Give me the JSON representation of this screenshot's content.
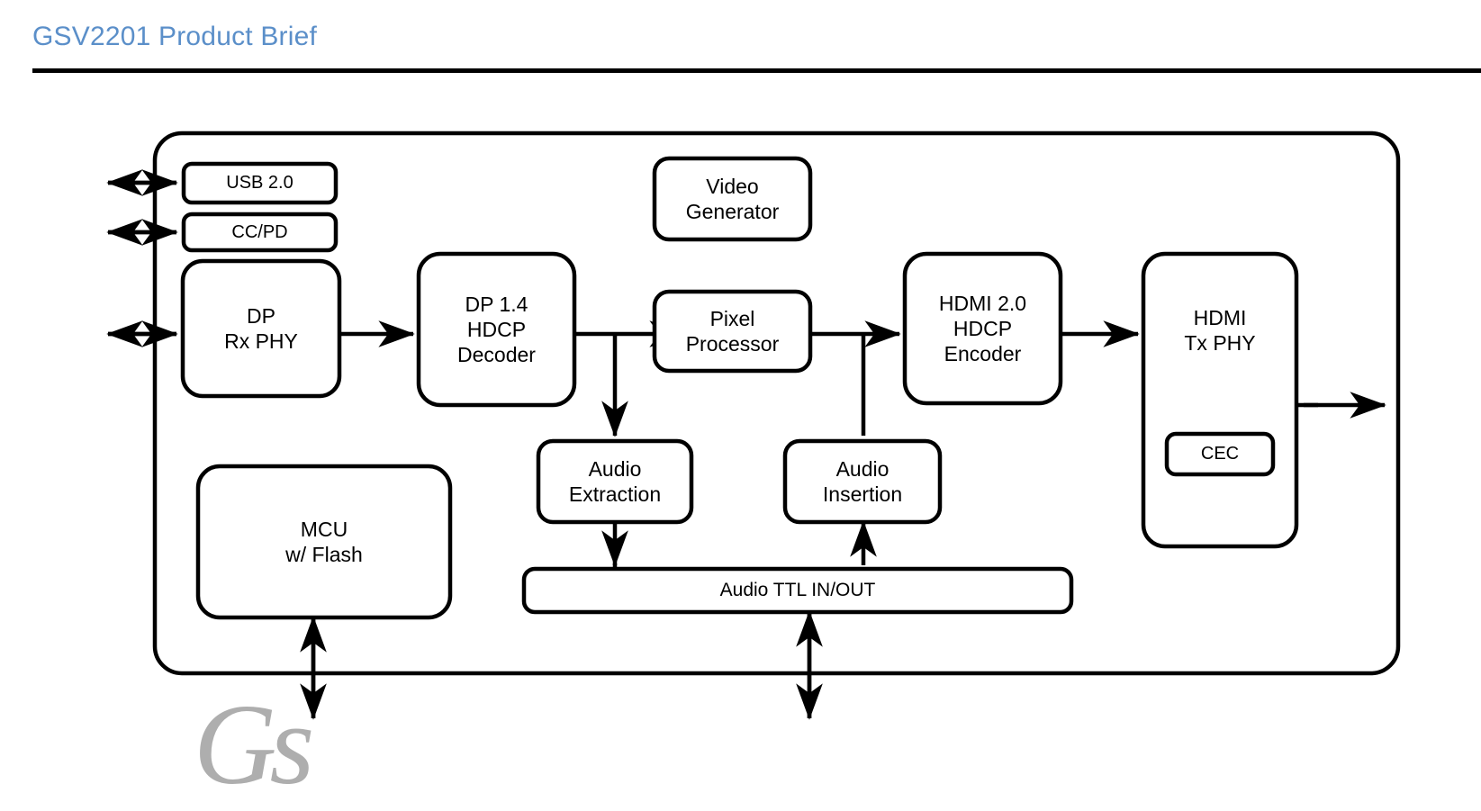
{
  "header": {
    "title": "GSV2201 Product Brief",
    "title_color": "#5b8fc9",
    "rule_color": "#000000"
  },
  "watermark": {
    "text": "Gs"
  },
  "diagram": {
    "type": "block-diagram",
    "chip_outline": {
      "name": "GSV2201 chip boundary"
    },
    "blocks": [
      {
        "id": "usb20",
        "label": "USB 2.0"
      },
      {
        "id": "ccpd",
        "label": "CC/PD"
      },
      {
        "id": "dp_rx_phy",
        "label": "DP\nRx PHY"
      },
      {
        "id": "dp14_hdcp_dec",
        "label": "DP 1.4\nHDCP\nDecoder"
      },
      {
        "id": "video_generator",
        "label": "Video\nGenerator"
      },
      {
        "id": "pixel_processor",
        "label": "Pixel\nProcessor"
      },
      {
        "id": "hdmi20_hdcp_enc",
        "label": "HDMI 2.0\nHDCP\nEncoder"
      },
      {
        "id": "hdmi_tx_phy",
        "label": "HDMI\nTx PHY"
      },
      {
        "id": "cec",
        "label": "CEC"
      },
      {
        "id": "mcu",
        "label": "MCU\nw/ Flash"
      },
      {
        "id": "audio_extraction",
        "label": "Audio\nExtraction"
      },
      {
        "id": "audio_insertion",
        "label": "Audio\nInsertion"
      },
      {
        "id": "audio_ttl",
        "label": "Audio TTL IN/OUT"
      }
    ],
    "connections": [
      {
        "from": "external",
        "to": "usb20",
        "kind": "bidirectional"
      },
      {
        "from": "external",
        "to": "ccpd",
        "kind": "bidirectional"
      },
      {
        "from": "external",
        "to": "dp_rx_phy",
        "kind": "bidirectional"
      },
      {
        "from": "dp_rx_phy",
        "to": "dp14_hdcp_dec",
        "kind": "arrow"
      },
      {
        "from": "dp14_hdcp_dec",
        "to": "pixel_processor",
        "kind": "arrow"
      },
      {
        "from": "dp14_hdcp_dec",
        "to": "audio_extraction",
        "kind": "arrow"
      },
      {
        "from": "video_generator",
        "to": "pixel_processor",
        "kind": "arrow"
      },
      {
        "from": "pixel_processor",
        "to": "hdmi20_hdcp_enc",
        "kind": "arrow"
      },
      {
        "from": "audio_insertion",
        "to": "hdmi20_hdcp_enc",
        "kind": "arrow"
      },
      {
        "from": "hdmi20_hdcp_enc",
        "to": "hdmi_tx_phy",
        "kind": "arrow"
      },
      {
        "from": "hdmi_tx_phy",
        "to": "external",
        "kind": "bidirectional"
      },
      {
        "from": "audio_extraction",
        "to": "audio_ttl",
        "kind": "arrow"
      },
      {
        "from": "audio_ttl",
        "to": "audio_insertion",
        "kind": "arrow"
      },
      {
        "from": "mcu",
        "to": "external",
        "kind": "bidirectional"
      },
      {
        "from": "audio_ttl",
        "to": "external",
        "kind": "bidirectional"
      }
    ],
    "stroke_color": "#000000",
    "fill_color": "#ffffff"
  }
}
